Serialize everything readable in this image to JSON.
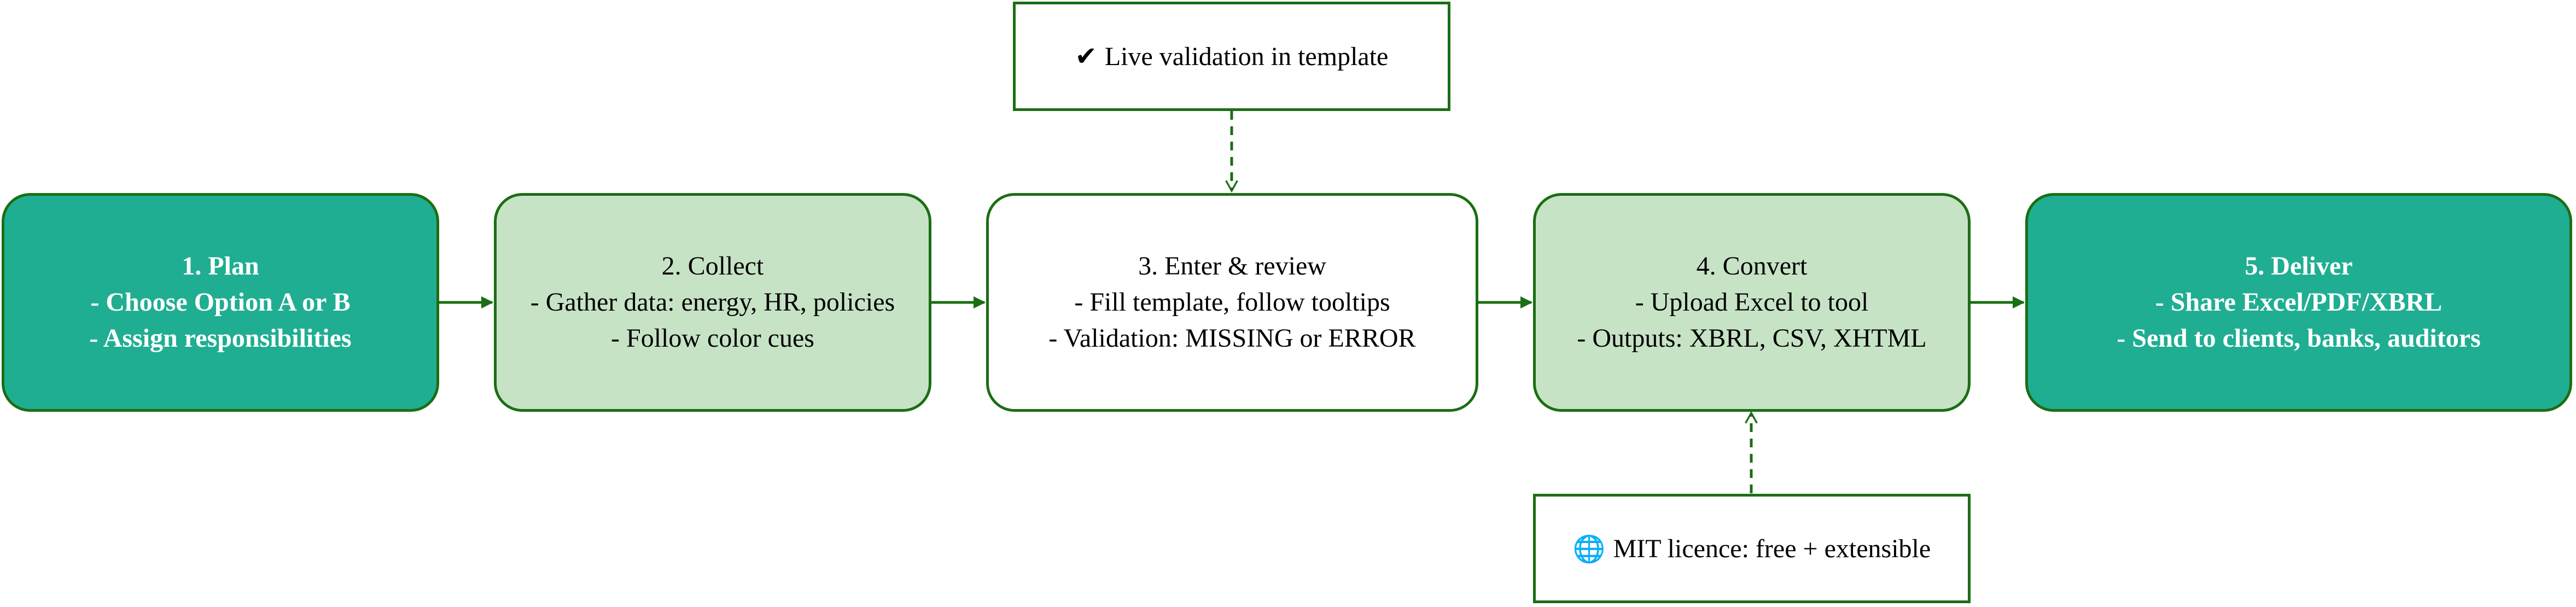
{
  "steps": [
    {
      "title": "1. Plan",
      "lines": [
        "- Choose Option A or B",
        "- Assign responsibilities"
      ]
    },
    {
      "title": "2. Collect",
      "lines": [
        "- Gather data: energy, HR, policies",
        "- Follow color cues"
      ]
    },
    {
      "title": "3. Enter & review",
      "lines": [
        "- Fill template, follow tooltips",
        "- Validation: MISSING or ERROR"
      ]
    },
    {
      "title": "4. Convert",
      "lines": [
        "- Upload Excel to tool",
        "- Outputs: XBRL, CSV, XHTML"
      ]
    },
    {
      "title": "5. Deliver",
      "lines": [
        "- Share Excel/PDF/XBRL",
        "- Send to clients, banks, auditors"
      ]
    }
  ],
  "notes": {
    "validation": {
      "icon": "✔",
      "text": "Live validation in template"
    },
    "licence": {
      "icon": "🌐",
      "text": "MIT licence: free + extensible"
    }
  },
  "colors": {
    "stroke": "#1b6e14",
    "dark_fill": "#20ae92",
    "light_fill": "#c7e3c6",
    "white_fill": "#ffffff"
  }
}
